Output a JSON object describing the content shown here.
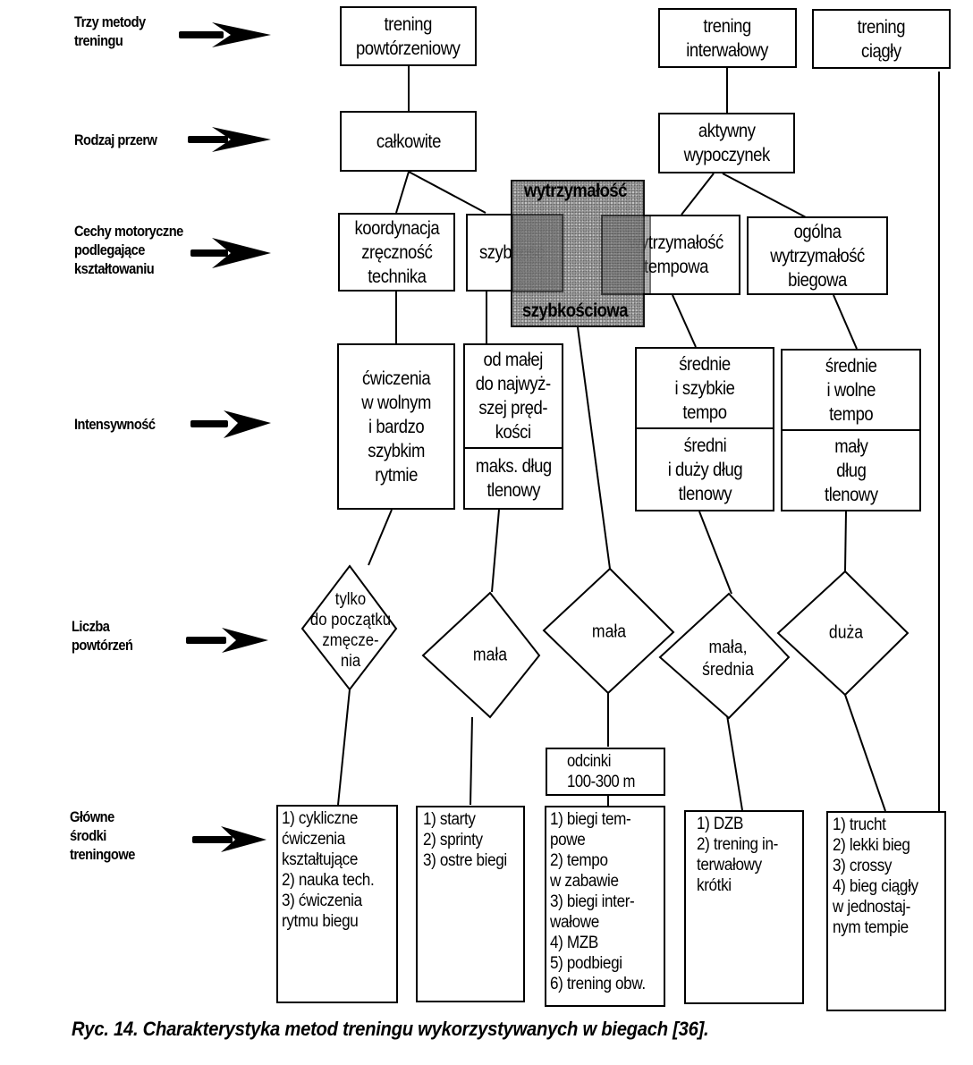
{
  "row_labels": [
    {
      "id": "methods",
      "text": "Trzy metody\ntreningu"
    },
    {
      "id": "breaks",
      "text": "Rodzaj przerw"
    },
    {
      "id": "motor",
      "text": "Cechy motoryczne\npodlegające\nkształtowaniu"
    },
    {
      "id": "intensity",
      "text": "Intensywność"
    },
    {
      "id": "reps",
      "text": "Liczba\npowtórzeń"
    },
    {
      "id": "means",
      "text": "Główne\nśrodki\ntreningowe"
    }
  ],
  "methods": {
    "repetition": "trening\npowtórzeniowy",
    "interval": "trening\ninterwałowy",
    "continuous": "trening\nciągły"
  },
  "breaks": {
    "full": "całkowite",
    "active": "aktywny\nwypoczynek"
  },
  "motor": {
    "coordination": "koordynacja\nzręczność\ntechnika",
    "speed": "szybkość",
    "speed_endurance_top": "wytrzymałość",
    "speed_endurance_bottom": "szybkościowa",
    "tempo_endurance": "wytrzymałość\ntempowa",
    "general_endurance": "ogólna\nwytrzymałość\nbiegowa"
  },
  "intensity": {
    "exercises": "ćwiczenia\nw wolnym\ni bardzo\nszybkim\nrytmie",
    "speed_top": "od małej\ndo najwyż-\nszej pręd-\nkości",
    "speed_bottom": "maks. dług\ntlenowy",
    "tempo_top": "średnie\ni szybkie\ntempo",
    "tempo_bottom": "średni\ni duży dług\ntlenowy",
    "general_top": "średnie\ni wolne\ntempo",
    "general_bottom": "mały\ndług\ntlenowy"
  },
  "reps": {
    "d1": "tylko\ndo początku\nzmęcze-\nnia",
    "d2": "mała",
    "d3": "mała",
    "d4": "mała,\nśrednia",
    "d5": "duża"
  },
  "segments": "odcinki\n100-300 m",
  "means": {
    "m1": [
      "1) cykliczne\n    ćwiczenia\n    kształtujące",
      "2) nauka tech.",
      "3) ćwiczenia\n    rytmu biegu"
    ],
    "m2": [
      "1) starty",
      "2) sprinty",
      "3) ostre biegi"
    ],
    "m3": [
      "1) biegi tem-\n    powe",
      "2) tempo\nw zabawie",
      "3) biegi inter-\n    wałowe",
      "4) MZB",
      "5) podbiegi",
      "6) trening obw."
    ],
    "m4": [
      "1) DZB",
      "2) trening in-\n    terwałowy\n    krótki"
    ],
    "m5": [
      "1) trucht",
      "2) lekki bieg",
      "3) crossy",
      "4) bieg ciągły\n    w jednostaj-\n    nym tempie"
    ]
  },
  "caption": "Ryc. 14. Charakterystyka metod treningu wykorzystywanych w biegach [36]."
}
